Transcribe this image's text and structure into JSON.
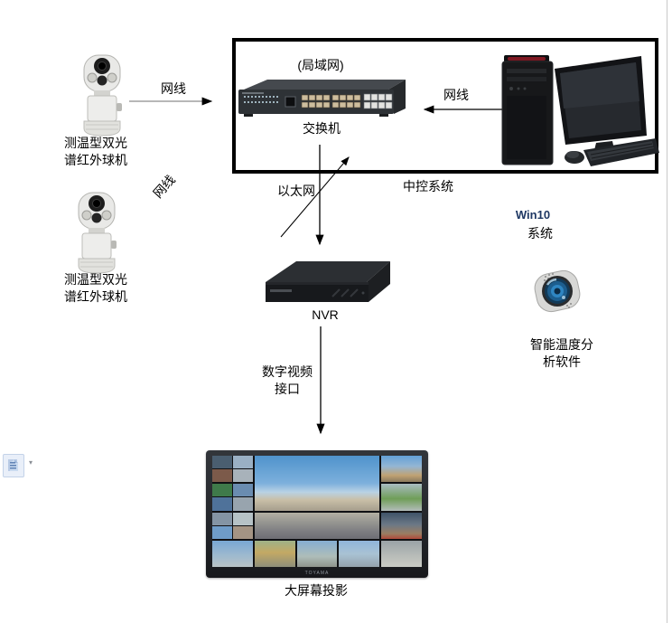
{
  "diagram": {
    "camera1": {
      "label": "测温型双光\n谱红外球机"
    },
    "camera2": {
      "label": "测温型双光\n谱红外球机"
    },
    "lan_box": {
      "title": "(局域网)"
    },
    "switch": {
      "label": "交换机"
    },
    "computer": {
      "label": "中控系统"
    },
    "os": {
      "line1": "Win10",
      "line2": "系统",
      "color": "#1f3864"
    },
    "nvr": {
      "label": "NVR"
    },
    "software": {
      "label": "智能温度分\n析软件"
    },
    "wall": {
      "label": "大屏幕投影",
      "brand": "TOYAMA"
    },
    "edges": {
      "cam1_switch_label": "网线",
      "cam2_switch_label": "网线",
      "pc_switch_label": "网线",
      "ethernet_label": "以太网",
      "dvi_label": "数字视频\n接口"
    }
  },
  "icons": {
    "paste_options": "paste-options-icon",
    "paste_caret": "▾",
    "camera": "ptz-thermal-camera",
    "switch": "network-switch",
    "computer": "desktop-pc",
    "nvr": "nvr-recorder",
    "lens": "camera-lens-software",
    "video_wall": "video-wall-display"
  },
  "colors": {
    "box_border": "#000000",
    "arrow": "#000000",
    "gray_line": "#8c8c8c",
    "page_edge": "#c9c9c9"
  },
  "video_wall": {
    "cells": [
      {
        "c": 1,
        "r": 1,
        "thumbs": [
          "#4a5e70",
          "#9ab0c4",
          "#7c5a4a",
          "#a8b2ba"
        ]
      },
      {
        "c": 1,
        "r": 2,
        "thumbs": [
          "#3f7a4a",
          "#6a8cb0",
          "#4f729a",
          "#98a4ae"
        ]
      },
      {
        "c": 1,
        "r": 3,
        "thumbs": [
          "#8494a4",
          "#b6c2c6",
          "#6f9cc8",
          "#a49484"
        ]
      },
      {
        "c": 1,
        "r": 4,
        "bg": "linear-gradient(180deg,#79a7d3 0%,#9db9cf 55%,#b9c3c6 100%)"
      },
      {
        "c": 2,
        "r": 1,
        "cs": 3,
        "rs": 2,
        "bg": "linear-gradient(180deg,#4f93cc 0%,#7db0dc 50%,#b9d2e4 66%,#c9bfa7 80%,#a59d8d 100%)"
      },
      {
        "c": 2,
        "r": 3,
        "cs": 3,
        "bg": "linear-gradient(180deg,#b3afa3 0%,#979792 35%,#7e7e82 70%,#6e6e74 100%)"
      },
      {
        "c": 2,
        "r": 4,
        "bg": "linear-gradient(180deg,#9fb287 0%,#c3a964 45%,#8d8f7a 100%)"
      },
      {
        "c": 3,
        "r": 4,
        "bg": "linear-gradient(180deg,#86add2 0%,#aebdb9 60%,#8f948c 100%)"
      },
      {
        "c": 4,
        "r": 4,
        "bg": "linear-gradient(180deg,#8fb5da 0%,#a9c2d4 50%,#95a3ac 100%)"
      },
      {
        "c": 5,
        "r": 1,
        "bg": "linear-gradient(180deg,#63a0d6 0%,#93b6d4 40%,#c0a273 75%,#8a7a5e 100%)"
      },
      {
        "c": 5,
        "r": 2,
        "bg": "linear-gradient(180deg,#a9bcc2 0%,#6f9e58 55%,#b2bcba 100%)"
      },
      {
        "c": 5,
        "r": 3,
        "bg": "linear-gradient(180deg,#3f5368 0%,#6b7886 45%,#9a7d62 80%,#b04a3a 100%)"
      },
      {
        "c": 5,
        "r": 4,
        "bg": "linear-gradient(180deg,#9aa2a6 0%,#b9bdb9 60%,#c9cbc4 100%)"
      }
    ]
  }
}
